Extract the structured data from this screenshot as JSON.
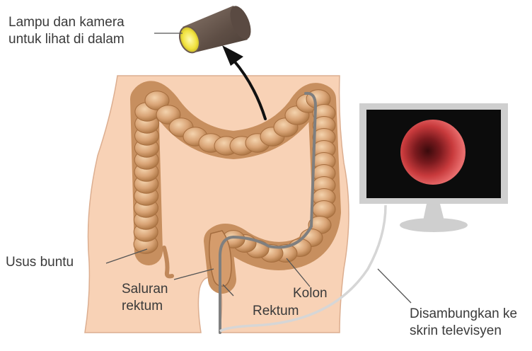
{
  "labels": {
    "camera_line1": "Lampu dan kamera",
    "camera_line2": "untuk lihat di dalam",
    "appendix": "Usus buntu",
    "rectal_canal_line1": "Saluran",
    "rectal_canal_line2": "rektum",
    "rectum": "Rektum",
    "colon": "Kolon",
    "tv_line1": "Disambungkan ke",
    "tv_line2": "skrin televisyen"
  },
  "colors": {
    "body_skin": "#f8d2b6",
    "body_outline": "#d9ab8d",
    "colon_main": "#d9a476",
    "colon_shadow": "#b57e52",
    "colon_highlight": "#f2cfa8",
    "scope_tube": "#8c8c8c",
    "cable": "#d4d4d4",
    "monitor_frame": "#cfcfcf",
    "monitor_screen": "#0c0c0c",
    "lumen_red": "#d23a3a",
    "camera_body": "#6b5a50",
    "camera_light": "#f2e64a"
  },
  "icons": [
    "arrow-up-icon",
    "monitor-icon",
    "camera-tip-icon"
  ]
}
